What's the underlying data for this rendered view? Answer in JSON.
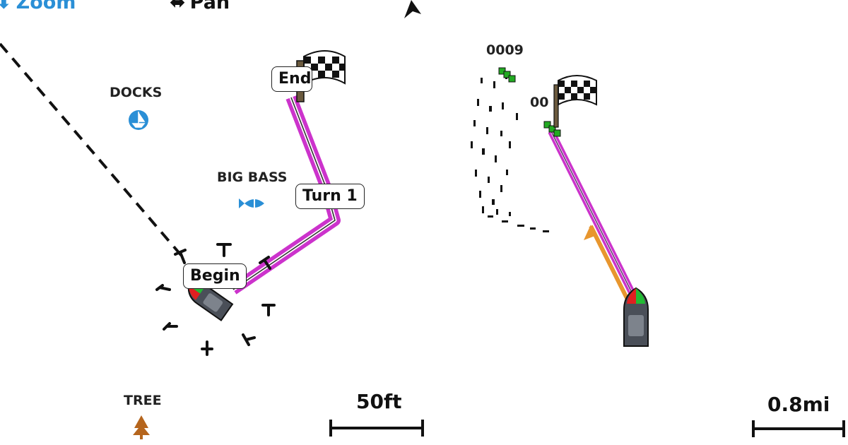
{
  "left_map": {
    "toolbar": {
      "zoom_label": "Zoom",
      "pan_label": "Pan"
    },
    "waypoints": {
      "docks": "DOCKS",
      "big_bass": "BIG BASS",
      "tree": "TREE"
    },
    "route_labels": {
      "begin": "Begin",
      "turn1": "Turn 1",
      "end": "End"
    },
    "scale_label": "50ft",
    "icons": [
      "zoom-arrows-icon",
      "pan-arrows-icon",
      "north-arrow-icon",
      "docks-boat-icon",
      "fish-icon",
      "tree-icon",
      "checkered-flag-icon",
      "vessel-icon"
    ]
  },
  "right_map": {
    "waypoints": {
      "wp_0009": "0009",
      "wp_00": "00"
    },
    "scale_label": "0.8mi",
    "icons": [
      "checkered-flag-icon",
      "vessel-icon",
      "heading-arrow-icon"
    ]
  },
  "colors": {
    "route": "#cc33cc",
    "accent": "#2a8fd6",
    "track": "#e8962e",
    "wp_green": "#22aa22",
    "tree": "#b5651d"
  }
}
